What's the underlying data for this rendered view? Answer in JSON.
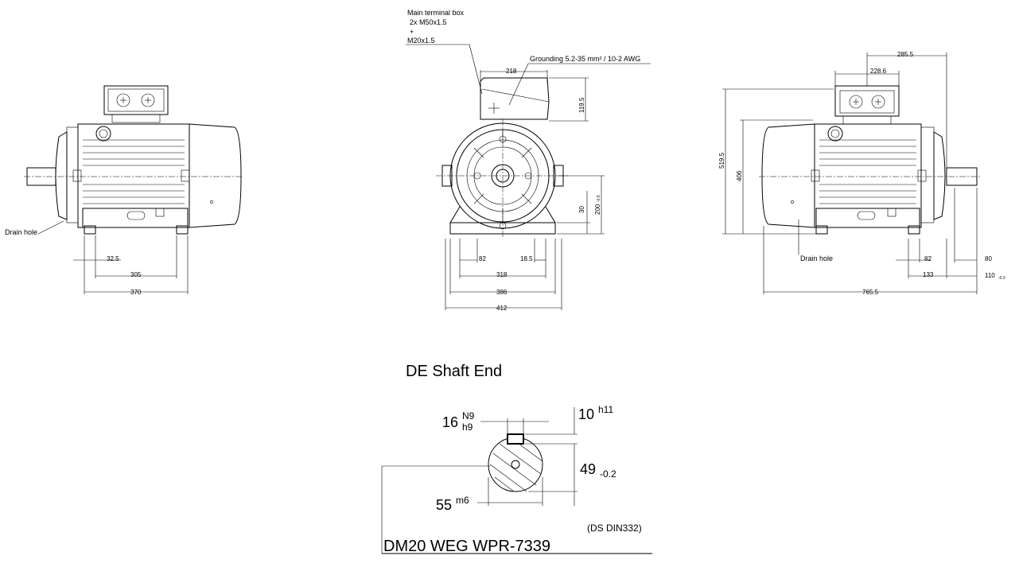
{
  "labels": {
    "main_terminal_box": "Main terminal box",
    "cable_entry_1": "2x M50x1.5",
    "cable_entry_plus": "+",
    "cable_entry_2": "M20x1.5",
    "grounding": "Grounding 5.2-35 mm² / 10-2 AWG",
    "drain_hole_left": "Drain hole",
    "drain_hole_right": "Drain hole"
  },
  "left_view_dims": {
    "d_32_5": "32.5",
    "d_305": "305",
    "d_370": "370"
  },
  "front_view_dims": {
    "d_218": "218",
    "d_119_5": "119.5",
    "d_200": "200",
    "d_200_tol": "-0.5",
    "d_30": "30",
    "d_82": "82",
    "d_18_5": "18.5",
    "d_318": "318",
    "d_386": "386",
    "d_412": "412"
  },
  "right_view_dims": {
    "d_285_5": "285.5",
    "d_228_6": "228.6",
    "d_519_5": "519.5",
    "d_406": "406",
    "d_82": "82",
    "d_80": "80",
    "d_133": "133",
    "d_110": "110",
    "d_110_tol": "-0.3",
    "d_765_5": "765.5"
  },
  "shaft_end": {
    "title": "DE Shaft End",
    "key_width": "16",
    "key_width_upper": "N9",
    "key_width_lower": "h9",
    "key_height": "10",
    "key_height_tol": "h11",
    "key_depth": "49",
    "key_depth_tol": "-0.2",
    "diameter": "55",
    "diameter_tol": "m6",
    "standard": "(DS DIN332)",
    "code": "DM20 WEG WPR-7339"
  }
}
